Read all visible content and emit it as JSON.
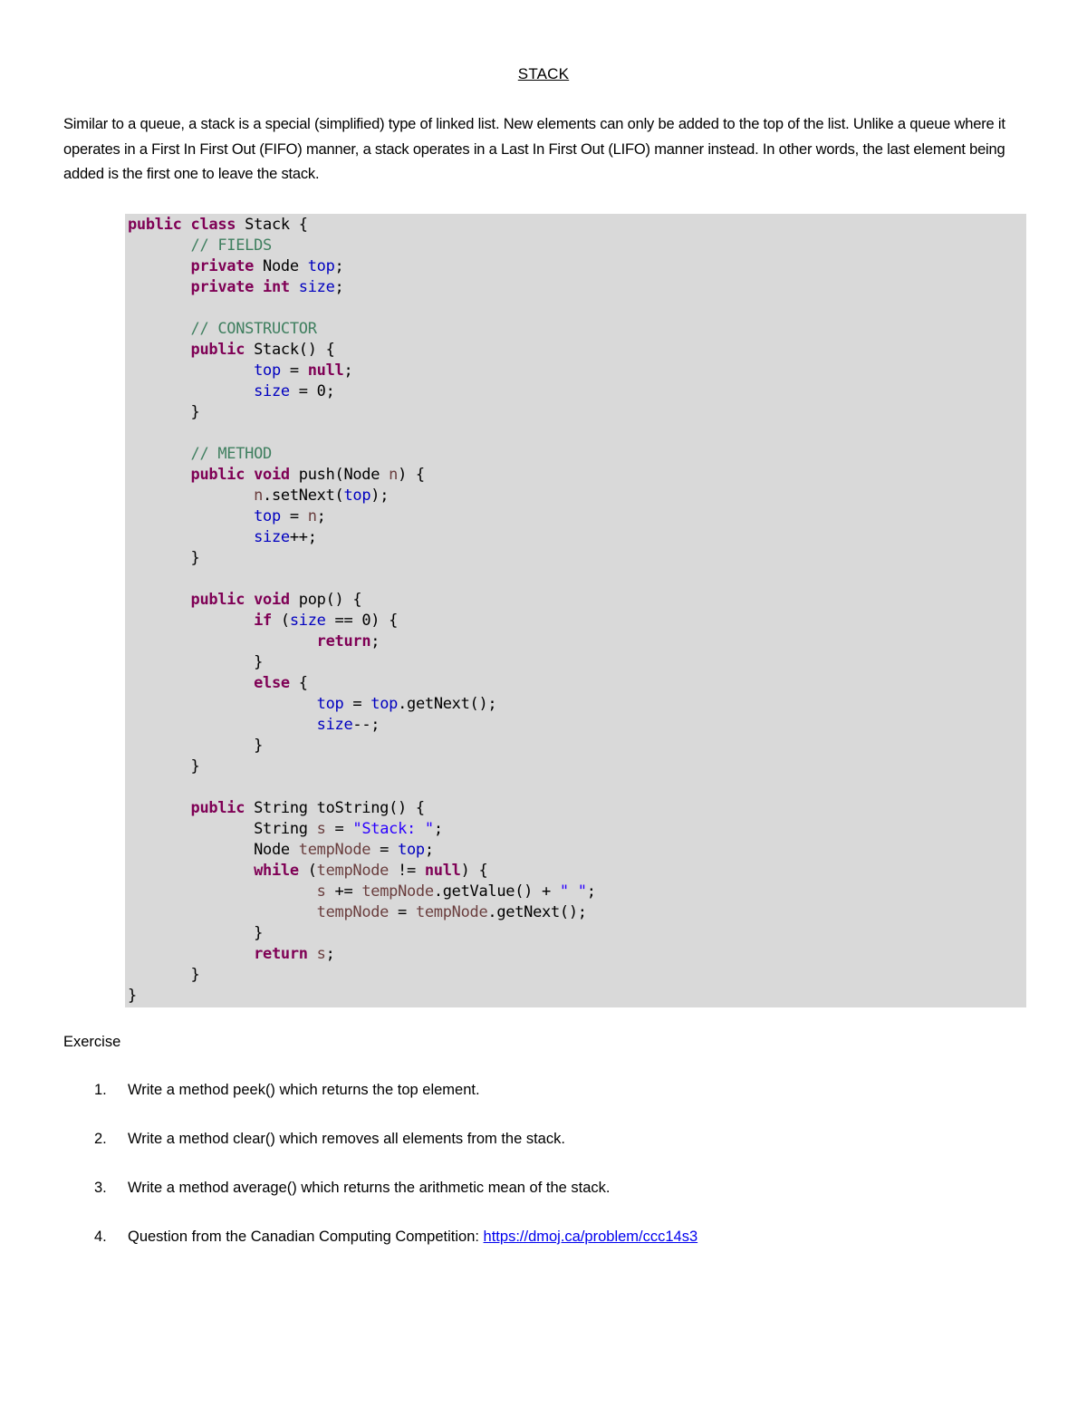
{
  "title": "STACK",
  "intro": "Similar to a queue, a stack is a special (simplified) type of linked list. New elements can only be added to the top of the list. Unlike a queue where it operates in a First In First Out (FIFO) manner, a stack operates in a Last In First Out (LIFO) manner instead. In other words, the last element being added is the first one to leave the stack.",
  "code": {
    "background": "#d9d9d9",
    "lines": [
      [
        [
          "kw",
          "public class "
        ],
        [
          "pl",
          "Stack {"
        ]
      ],
      [
        [
          "pl",
          "       "
        ],
        [
          "cm",
          "// FIELDS"
        ]
      ],
      [
        [
          "pl",
          "       "
        ],
        [
          "kw",
          "private "
        ],
        [
          "pl",
          "Node "
        ],
        [
          "fld",
          "top"
        ],
        [
          "pl",
          ";"
        ]
      ],
      [
        [
          "pl",
          "       "
        ],
        [
          "kw",
          "private int "
        ],
        [
          "fld",
          "size"
        ],
        [
          "pl",
          ";"
        ]
      ],
      [
        [
          "pl",
          " "
        ]
      ],
      [
        [
          "pl",
          "       "
        ],
        [
          "cm",
          "// CONSTRUCTOR"
        ]
      ],
      [
        [
          "pl",
          "       "
        ],
        [
          "kw",
          "public "
        ],
        [
          "pl",
          "Stack() {"
        ]
      ],
      [
        [
          "pl",
          "              "
        ],
        [
          "fld",
          "top"
        ],
        [
          "pl",
          " = "
        ],
        [
          "kw",
          "null"
        ],
        [
          "pl",
          ";"
        ]
      ],
      [
        [
          "pl",
          "              "
        ],
        [
          "fld",
          "size"
        ],
        [
          "pl",
          " = 0;"
        ]
      ],
      [
        [
          "pl",
          "       }"
        ]
      ],
      [
        [
          "pl",
          " "
        ]
      ],
      [
        [
          "pl",
          "       "
        ],
        [
          "cm",
          "// METHOD"
        ]
      ],
      [
        [
          "pl",
          "       "
        ],
        [
          "kw",
          "public void "
        ],
        [
          "pl",
          "push(Node "
        ],
        [
          "var",
          "n"
        ],
        [
          "pl",
          ") {"
        ]
      ],
      [
        [
          "pl",
          "              "
        ],
        [
          "var",
          "n"
        ],
        [
          "pl",
          ".setNext("
        ],
        [
          "fld",
          "top"
        ],
        [
          "pl",
          ");"
        ]
      ],
      [
        [
          "pl",
          "              "
        ],
        [
          "fld",
          "top"
        ],
        [
          "pl",
          " = "
        ],
        [
          "var",
          "n"
        ],
        [
          "pl",
          ";"
        ]
      ],
      [
        [
          "pl",
          "              "
        ],
        [
          "fld",
          "size"
        ],
        [
          "pl",
          "++;"
        ]
      ],
      [
        [
          "pl",
          "       }"
        ]
      ],
      [
        [
          "pl",
          " "
        ]
      ],
      [
        [
          "pl",
          "       "
        ],
        [
          "kw",
          "public void "
        ],
        [
          "pl",
          "pop() {"
        ]
      ],
      [
        [
          "pl",
          "              "
        ],
        [
          "kw",
          "if "
        ],
        [
          "pl",
          "("
        ],
        [
          "fld",
          "size"
        ],
        [
          "pl",
          " == 0) {"
        ]
      ],
      [
        [
          "pl",
          "                     "
        ],
        [
          "kw",
          "return"
        ],
        [
          "pl",
          ";"
        ]
      ],
      [
        [
          "pl",
          "              }"
        ]
      ],
      [
        [
          "pl",
          "              "
        ],
        [
          "kw",
          "else "
        ],
        [
          "pl",
          "{"
        ]
      ],
      [
        [
          "pl",
          "                     "
        ],
        [
          "fld",
          "top"
        ],
        [
          "pl",
          " = "
        ],
        [
          "fld",
          "top"
        ],
        [
          "pl",
          ".getNext();"
        ]
      ],
      [
        [
          "pl",
          "                     "
        ],
        [
          "fld",
          "size"
        ],
        [
          "pl",
          "--;"
        ]
      ],
      [
        [
          "pl",
          "              }"
        ]
      ],
      [
        [
          "pl",
          "       }"
        ]
      ],
      [
        [
          "pl",
          " "
        ]
      ],
      [
        [
          "pl",
          "       "
        ],
        [
          "kw",
          "public "
        ],
        [
          "pl",
          "String toString() {"
        ]
      ],
      [
        [
          "pl",
          "              String "
        ],
        [
          "var",
          "s"
        ],
        [
          "pl",
          " = "
        ],
        [
          "str",
          "\"Stack: \""
        ],
        [
          "pl",
          ";"
        ]
      ],
      [
        [
          "pl",
          "              Node "
        ],
        [
          "var",
          "tempNode"
        ],
        [
          "pl",
          " = "
        ],
        [
          "fld",
          "top"
        ],
        [
          "pl",
          ";"
        ]
      ],
      [
        [
          "pl",
          "              "
        ],
        [
          "kw",
          "while "
        ],
        [
          "pl",
          "("
        ],
        [
          "var",
          "tempNode"
        ],
        [
          "pl",
          " != "
        ],
        [
          "kw",
          "null"
        ],
        [
          "pl",
          ") {"
        ]
      ],
      [
        [
          "pl",
          "                     "
        ],
        [
          "var",
          "s"
        ],
        [
          "pl",
          " += "
        ],
        [
          "var",
          "tempNode"
        ],
        [
          "pl",
          ".getValue() + "
        ],
        [
          "str",
          "\" \""
        ],
        [
          "pl",
          ";"
        ]
      ],
      [
        [
          "pl",
          "                     "
        ],
        [
          "var",
          "tempNode"
        ],
        [
          "pl",
          " = "
        ],
        [
          "var",
          "tempNode"
        ],
        [
          "pl",
          ".getNext();"
        ]
      ],
      [
        [
          "pl",
          "              }"
        ]
      ],
      [
        [
          "pl",
          "              "
        ],
        [
          "kw",
          "return "
        ],
        [
          "var",
          "s"
        ],
        [
          "pl",
          ";"
        ]
      ],
      [
        [
          "pl",
          "       }"
        ]
      ],
      [
        [
          "pl",
          "}"
        ]
      ]
    ]
  },
  "exercise": {
    "label": "Exercise",
    "items": [
      {
        "num": "1.",
        "text": "Write a method peek() which returns the top element."
      },
      {
        "num": "2.",
        "text": "Write a method clear() which removes all elements from the stack."
      },
      {
        "num": "3.",
        "text": "Write a method average() which returns the arithmetic mean of the stack."
      },
      {
        "num": "4.",
        "text": "Question from the Canadian Computing Competition: ",
        "link": "https://dmoj.ca/problem/ccc14s3"
      }
    ]
  }
}
